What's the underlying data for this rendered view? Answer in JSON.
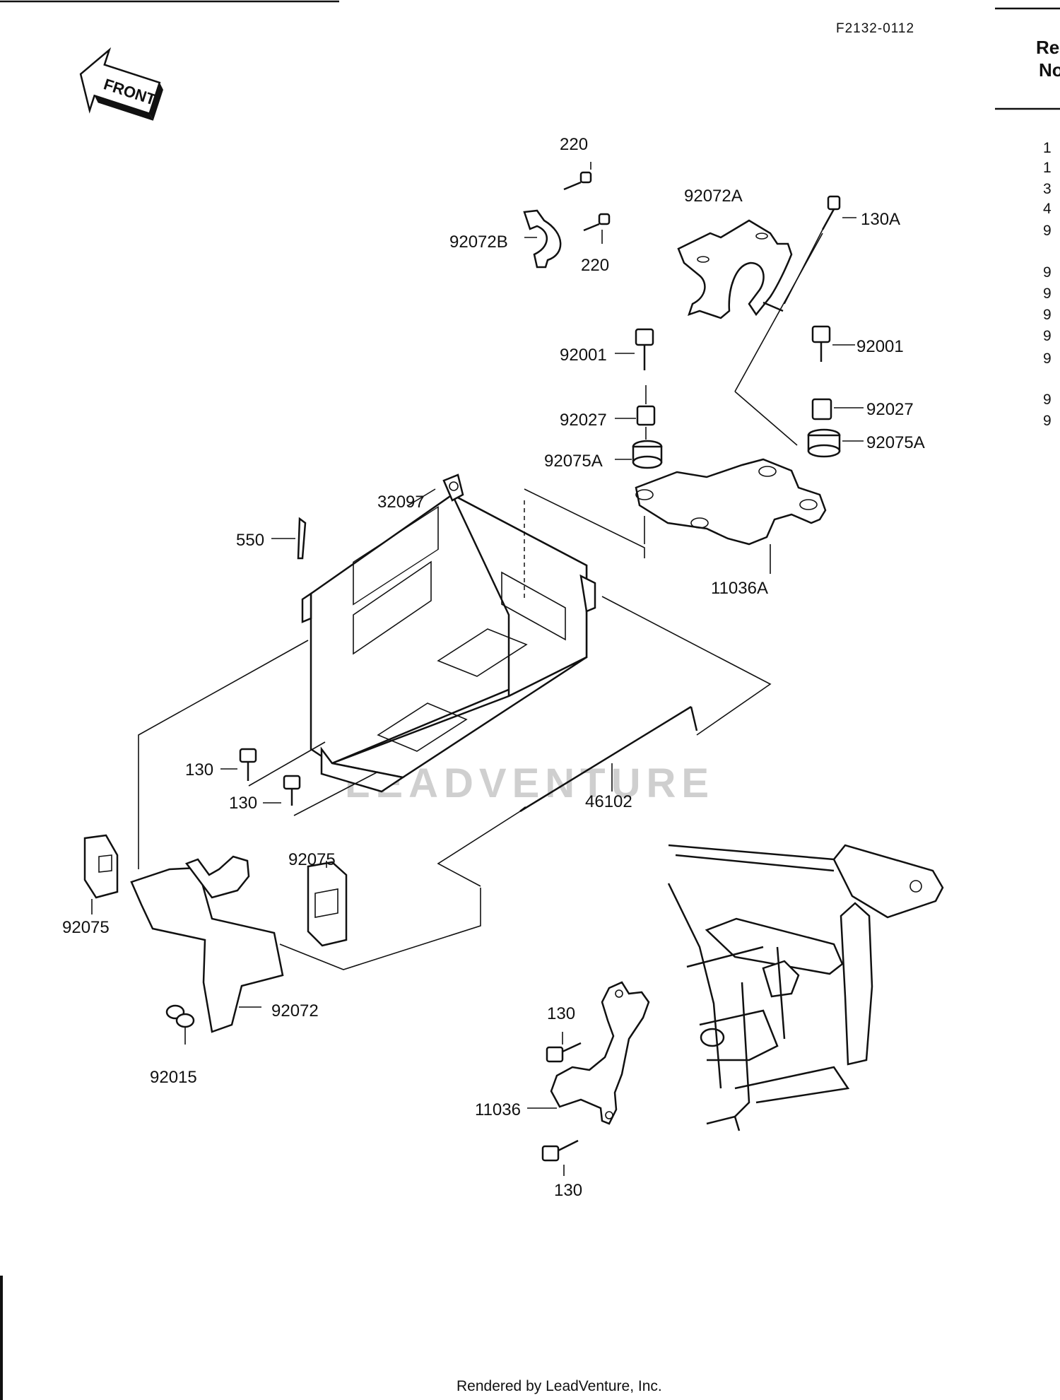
{
  "diagram_code": "F2132-0112",
  "front_label": "FRONT",
  "watermark": "LEADVENTURE",
  "footer": "Rendered by LeadVenture, Inc.",
  "parts_table_header": {
    "line1": "Re",
    "line2": "No"
  },
  "parts_table_rows": [
    "1",
    "1",
    "3",
    "4",
    "9",
    "9",
    "9",
    "9",
    "9",
    "9",
    "9",
    "9"
  ],
  "callouts": {
    "p220_top": "220",
    "p220_bottom": "220",
    "p92072B": "92072B",
    "p92072A": "92072A",
    "p130A": "130A",
    "p92001_left": "92001",
    "p92001_right": "92001",
    "p92027_left": "92027",
    "p92027_right": "92027",
    "p92075A_left": "92075A",
    "p92075A_right": "92075A",
    "p32097": "32097",
    "p550": "550",
    "p11036A": "11036A",
    "p130_a": "130",
    "p130_b": "130",
    "p46102": "46102",
    "p92075_left": "92075",
    "p92075_right": "92075",
    "p92072": "92072",
    "p92015": "92015",
    "p130_c": "130",
    "p11036": "11036",
    "p130_d": "130"
  }
}
